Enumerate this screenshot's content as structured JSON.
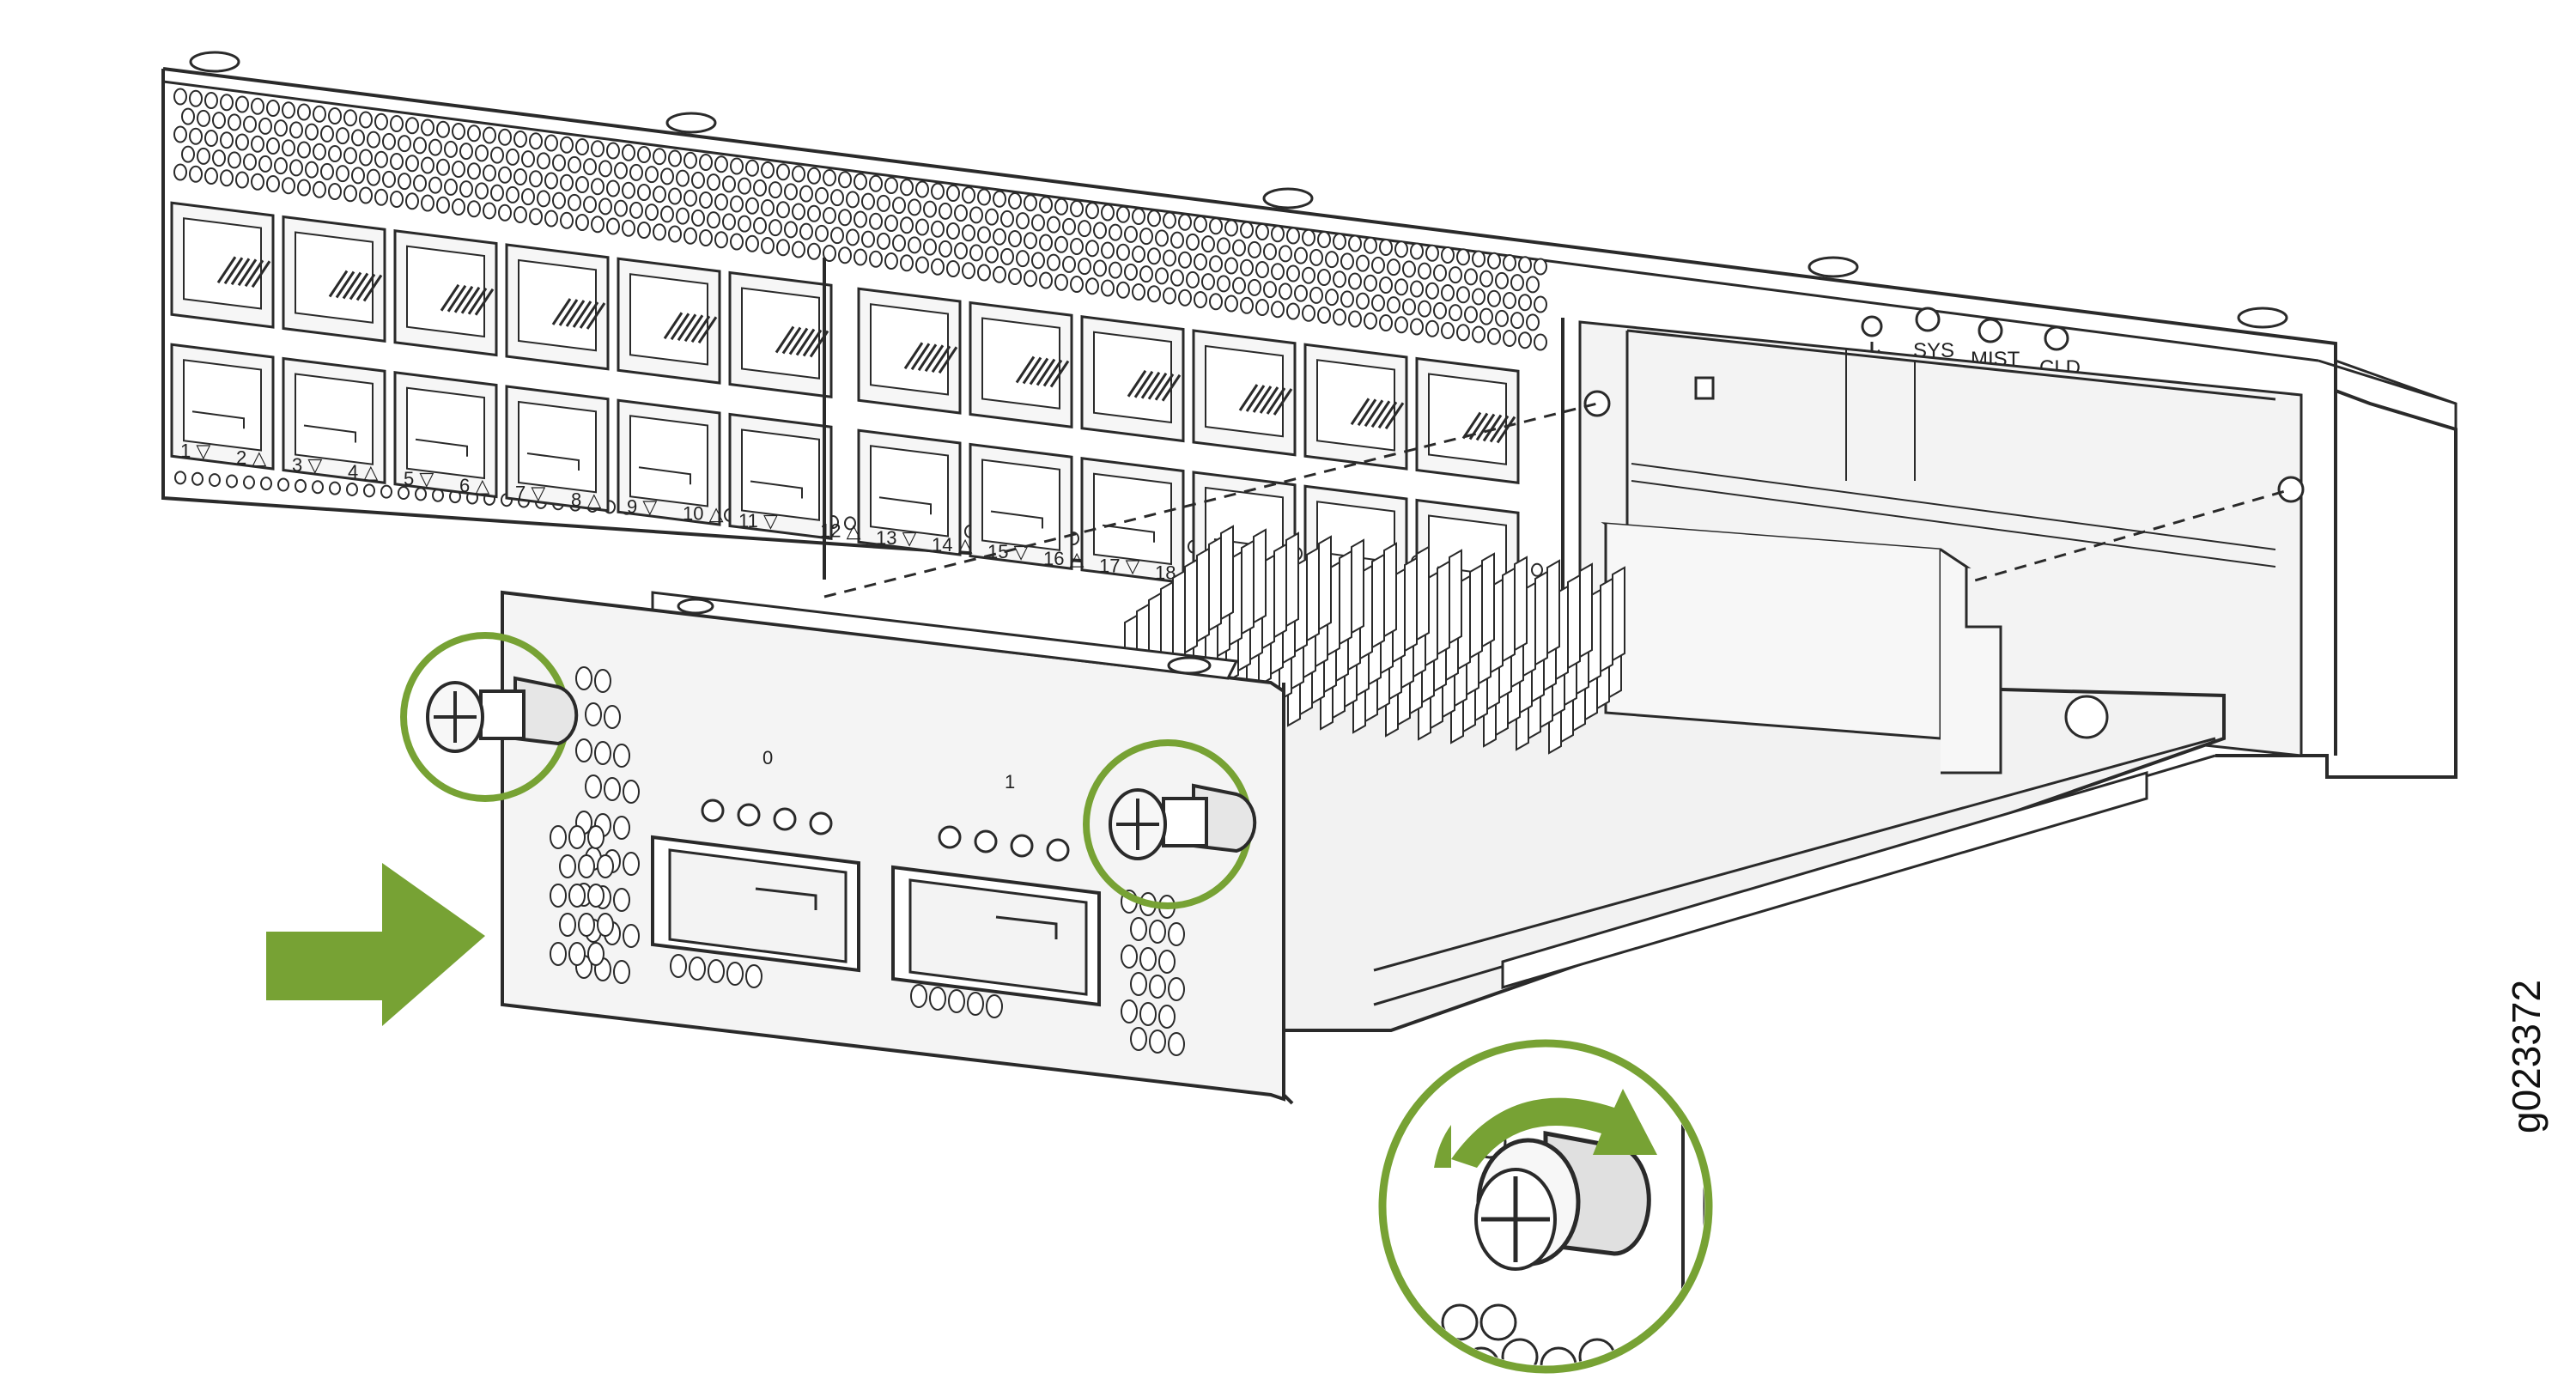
{
  "colors": {
    "accent": "#77a234",
    "line": "#2a2a2a",
    "panel": "#f2f2f2",
    "shade": "#d9d9d9"
  },
  "status_leds": [
    "SYS",
    "MIST",
    "CLD"
  ],
  "port_labels": [
    "1",
    "2",
    "3",
    "4",
    "5",
    "6",
    "7",
    "8",
    "9",
    "10",
    "11",
    "12",
    "13",
    "14",
    "15",
    "16",
    "17",
    "18"
  ],
  "module_ports": [
    "0",
    "1"
  ],
  "icons": [
    "power-icon",
    "insert-arrow-icon",
    "rotate-arrow-icon",
    "captive-screw-icon"
  ],
  "figure_id": "g023372"
}
